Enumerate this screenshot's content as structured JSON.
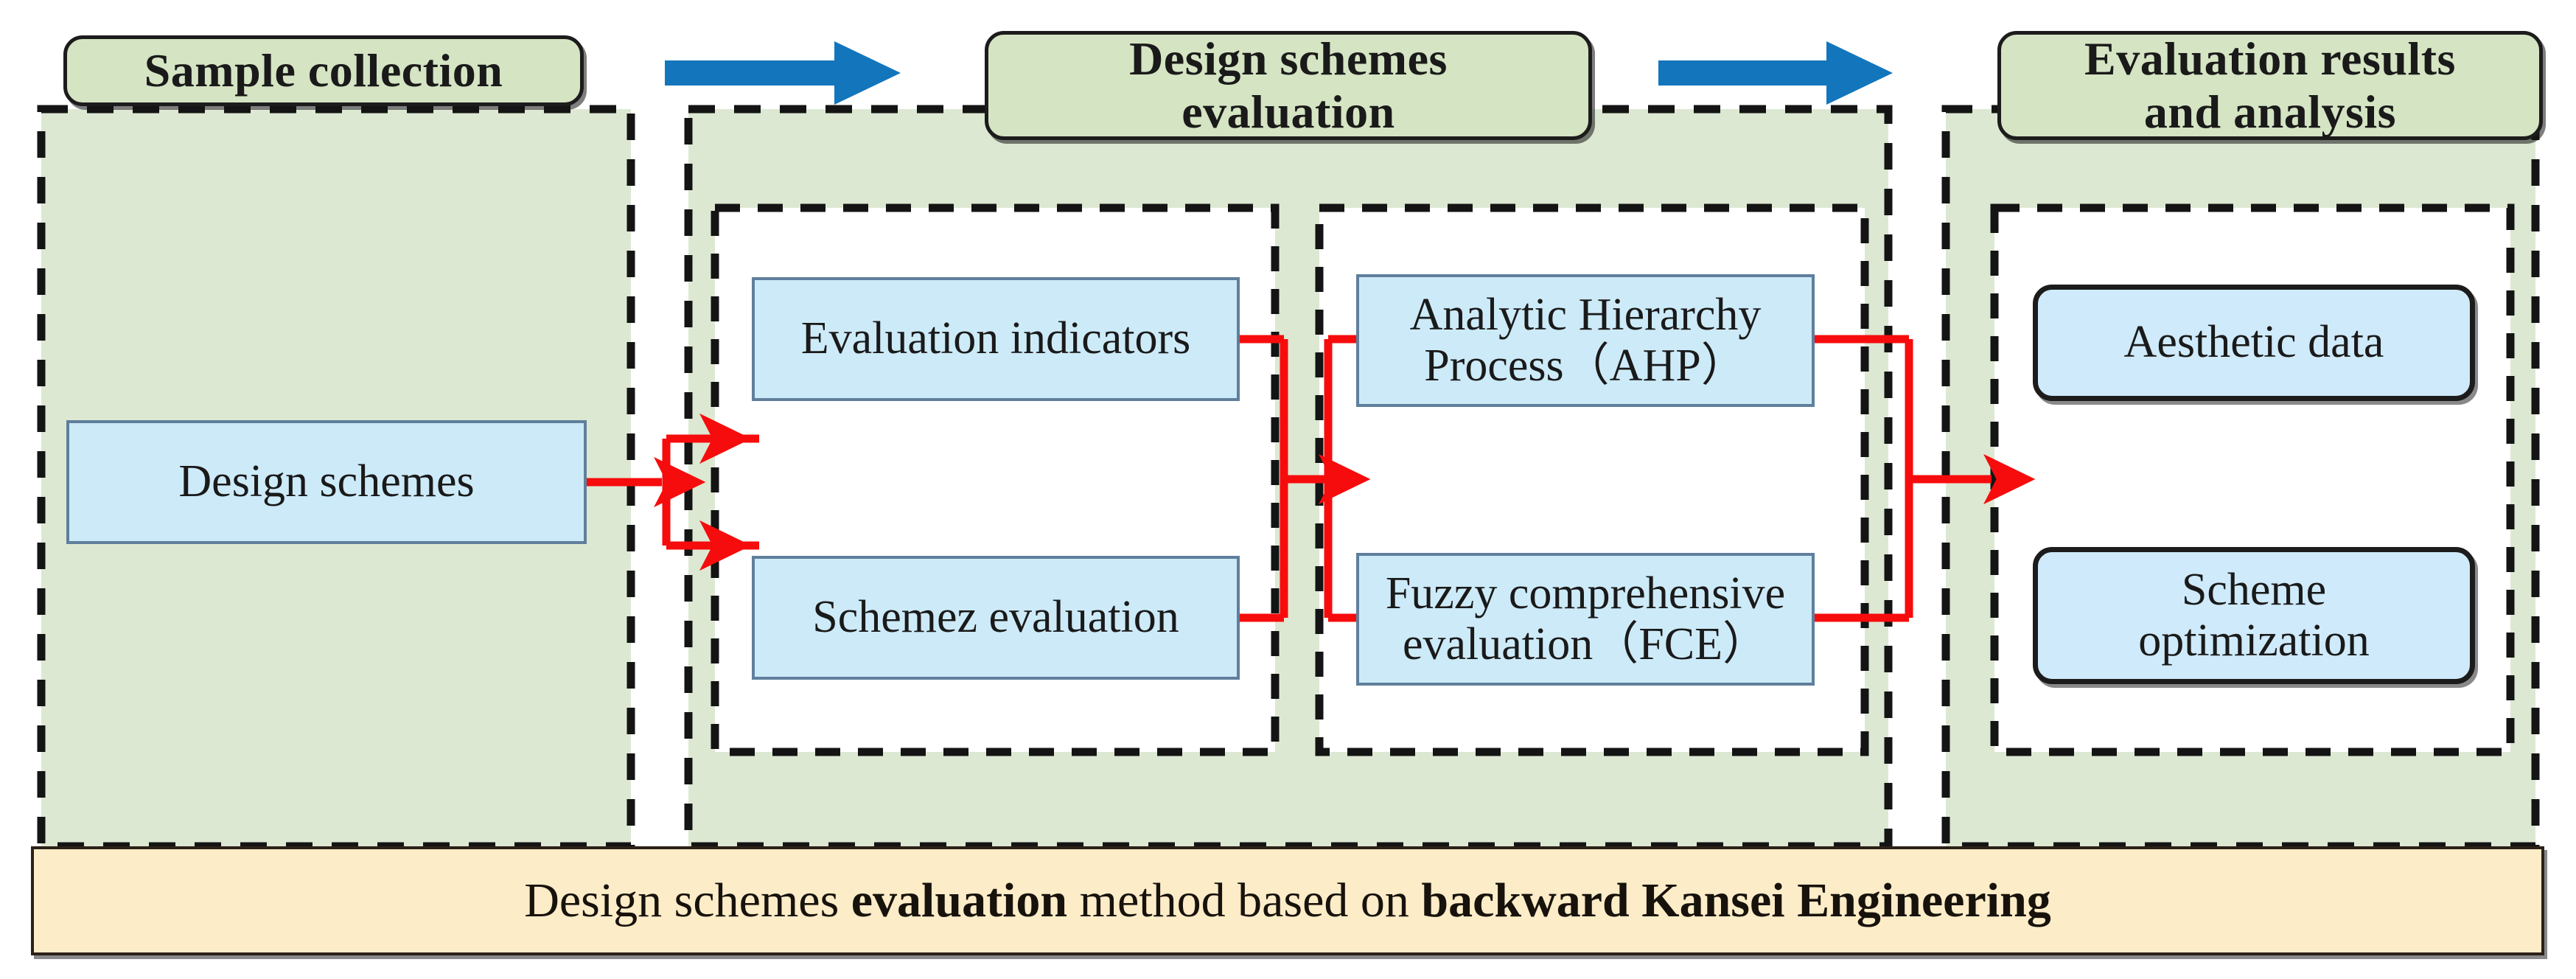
{
  "diagram": {
    "title_banner": {
      "prefix": "Design schemes ",
      "bold1": "evaluation",
      "middle": " method based on ",
      "bold2": "backward Kansei Engineering"
    },
    "colors": {
      "panel_green": "#dde8d2",
      "header_green": "#d5e4c3",
      "box_blue": "#cdeaf8",
      "box_blue_border": "#5f7f9c",
      "banner_cream": "#fcecc8",
      "connector_red": "#f60c0c",
      "stage_arrow_blue": "#1376bc",
      "outline_black": "#1c1c1c"
    },
    "stages": [
      {
        "id": "sample-collection",
        "header": "Sample collection",
        "boxes": [
          {
            "id": "design-schemes",
            "label": "Design schemes"
          }
        ]
      },
      {
        "id": "design-schemes-evaluation",
        "header": "Design schemes\nevaluation",
        "header_line1": "Design schemes",
        "header_line2": "evaluation",
        "subgroups": [
          {
            "id": "indicators-group",
            "boxes": [
              {
                "id": "evaluation-indicators",
                "label": "Evaluation indicators"
              },
              {
                "id": "schemez-evaluation",
                "label": "Schemez evaluation"
              }
            ]
          },
          {
            "id": "methods-group",
            "boxes": [
              {
                "id": "ahp",
                "line1": "Analytic Hierarchy",
                "line2": "Process（AHP）"
              },
              {
                "id": "fce",
                "line1": "Fuzzy comprehensive",
                "line2": "evaluation（FCE）"
              }
            ]
          }
        ]
      },
      {
        "id": "evaluation-results-and-analysis",
        "header": "Evaluation results\nand analysis",
        "header_line1": "Evaluation results",
        "header_line2": "and analysis",
        "boxes": [
          {
            "id": "aesthetic-data",
            "label": "Aesthetic data"
          },
          {
            "id": "scheme-optimization",
            "line1": "Scheme",
            "line2": "optimization"
          }
        ]
      }
    ],
    "connectors": {
      "stage_arrows": [
        {
          "id": "arrow-stage-1-2",
          "from": "sample-collection",
          "to": "design-schemes-evaluation"
        },
        {
          "id": "arrow-stage-2-3",
          "from": "design-schemes-evaluation",
          "to": "evaluation-results-and-analysis"
        }
      ],
      "flow_arrows": [
        {
          "id": "flow-design-to-indicators",
          "from": "design-schemes",
          "to": [
            "evaluation-indicators",
            "schemez-evaluation"
          ]
        },
        {
          "id": "flow-indicators-to-methods",
          "from": [
            "evaluation-indicators",
            "schemez-evaluation"
          ],
          "to": [
            "ahp",
            "fce"
          ]
        },
        {
          "id": "flow-methods-to-results",
          "from": [
            "ahp",
            "fce"
          ],
          "to": "evaluation-results-and-analysis"
        }
      ]
    }
  }
}
